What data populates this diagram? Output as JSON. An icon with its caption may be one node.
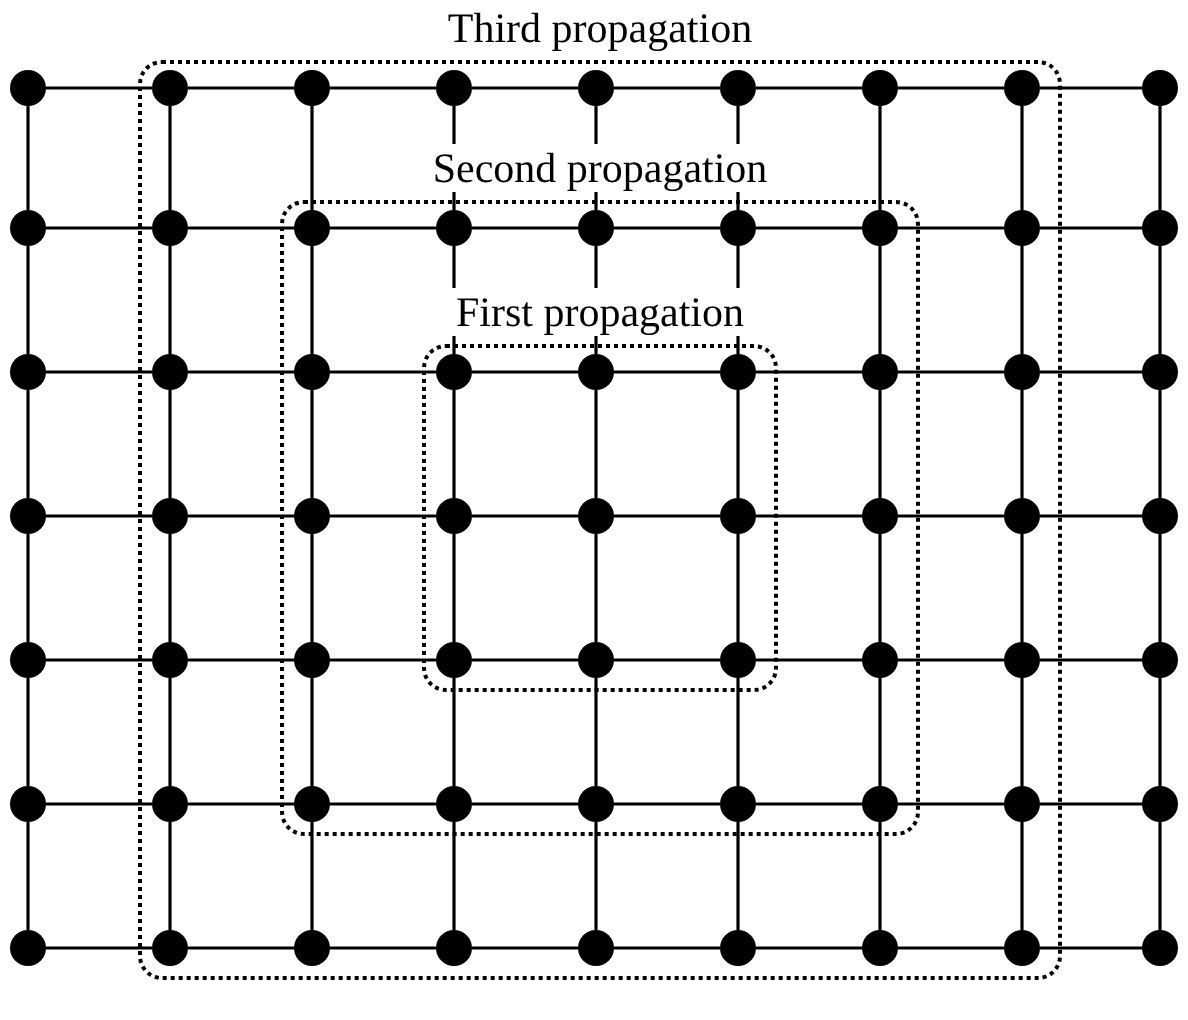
{
  "diagram": {
    "nodes": [
      {
        "text": [
          "Third propagation"
        ]
      },
      {
        "text": [
          "Second propagation"
        ],
        "in": 0
      },
      {
        "text": [
          "First propagation"
        ],
        "in": 1
      },
      {
        "text": [],
        "shape": "circle"
      },
      {
        "text": [],
        "shape": "circle",
        "in": 0
      },
      {
        "text": [],
        "shape": "circle",
        "in": 0
      },
      {
        "text": [],
        "shape": "circle",
        "in": 0
      },
      {
        "text": [],
        "shape": "circle",
        "in": 0
      },
      {
        "text": [],
        "shape": "circle",
        "in": 0
      },
      {
        "text": [],
        "shape": "circle",
        "in": 0
      },
      {
        "text": [],
        "shape": "circle",
        "in": 0
      },
      {
        "text": [],
        "shape": "circle"
      },
      {
        "text": [],
        "shape": "circle"
      },
      {
        "text": [],
        "shape": "circle",
        "in": 0
      },
      {
        "text": [],
        "shape": "circle",
        "in": 1
      },
      {
        "text": [],
        "shape": "circle",
        "in": 1
      },
      {
        "text": [],
        "shape": "circle",
        "in": 1
      },
      {
        "text": [],
        "shape": "circle",
        "in": 1
      },
      {
        "text": [],
        "shape": "circle",
        "in": 1
      },
      {
        "text": [],
        "shape": "circle",
        "in": 0
      },
      {
        "text": [],
        "shape": "circle"
      },
      {
        "text": [],
        "shape": "circle"
      },
      {
        "text": [],
        "shape": "circle",
        "in": 0
      },
      {
        "text": [],
        "shape": "circle",
        "in": 1
      },
      {
        "text": [],
        "shape": "circle",
        "in": 2
      },
      {
        "text": [],
        "shape": "circle",
        "in": 2
      },
      {
        "text": [],
        "shape": "circle",
        "in": 2
      },
      {
        "text": [],
        "shape": "circle",
        "in": 1
      },
      {
        "text": [],
        "shape": "circle",
        "in": 0
      },
      {
        "text": [],
        "shape": "circle"
      },
      {
        "text": [],
        "shape": "circle"
      },
      {
        "text": [],
        "shape": "circle",
        "in": 0
      },
      {
        "text": [],
        "shape": "circle",
        "in": 1
      },
      {
        "text": [],
        "shape": "circle",
        "in": 2
      },
      {
        "text": [],
        "shape": "circle",
        "in": 2
      },
      {
        "text": [],
        "shape": "circle",
        "in": 2
      },
      {
        "text": [],
        "shape": "circle",
        "in": 1
      },
      {
        "text": [],
        "shape": "circle",
        "in": 0
      },
      {
        "text": [],
        "shape": "circle"
      },
      {
        "text": [],
        "shape": "circle"
      },
      {
        "text": [],
        "shape": "circle",
        "in": 0
      },
      {
        "text": [],
        "shape": "circle",
        "in": 1
      },
      {
        "text": [],
        "shape": "circle",
        "in": 2
      },
      {
        "text": [],
        "shape": "circle",
        "in": 2
      },
      {
        "text": [],
        "shape": "circle",
        "in": 2
      },
      {
        "text": [],
        "shape": "circle",
        "in": 1
      },
      {
        "text": [],
        "shape": "circle",
        "in": 0
      },
      {
        "text": [],
        "shape": "circle"
      },
      {
        "text": [],
        "shape": "circle"
      },
      {
        "text": [],
        "shape": "circle",
        "in": 0
      },
      {
        "text": [],
        "shape": "circle",
        "in": 1
      },
      {
        "text": [],
        "shape": "circle",
        "in": 1
      },
      {
        "text": [],
        "shape": "circle",
        "in": 1
      },
      {
        "text": [],
        "shape": "circle",
        "in": 1
      },
      {
        "text": [],
        "shape": "circle",
        "in": 1
      },
      {
        "text": [],
        "shape": "circle",
        "in": 0
      },
      {
        "text": [],
        "shape": "circle"
      },
      {
        "text": [],
        "shape": "circle"
      },
      {
        "text": [],
        "shape": "circle",
        "in": 0
      },
      {
        "text": [],
        "shape": "circle",
        "in": 0
      },
      {
        "text": [],
        "shape": "circle",
        "in": 0
      },
      {
        "text": [],
        "shape": "circle",
        "in": 0
      },
      {
        "text": [],
        "shape": "circle",
        "in": 0
      },
      {
        "text": [],
        "shape": "circle",
        "in": 0
      },
      {
        "text": [],
        "shape": "circle",
        "in": 0
      },
      {
        "text": [],
        "shape": "circle"
      }
    ],
    "edges": [
      {
        "from": 3,
        "to": 4,
        "arrow": "none"
      },
      {
        "from": 4,
        "to": 5,
        "arrow": "none"
      },
      {
        "from": 5,
        "to": 6,
        "arrow": "none"
      },
      {
        "from": 6,
        "to": 7,
        "arrow": "none"
      },
      {
        "from": 7,
        "to": 8,
        "arrow": "none"
      },
      {
        "from": 8,
        "to": 9,
        "arrow": "none"
      },
      {
        "from": 9,
        "to": 10,
        "arrow": "none"
      },
      {
        "from": 10,
        "to": 11,
        "arrow": "none"
      },
      {
        "from": 12,
        "to": 13,
        "arrow": "none"
      },
      {
        "from": 13,
        "to": 14,
        "arrow": "none"
      },
      {
        "from": 14,
        "to": 15,
        "arrow": "none"
      },
      {
        "from": 15,
        "to": 16,
        "arrow": "none"
      },
      {
        "from": 16,
        "to": 17,
        "arrow": "none"
      },
      {
        "from": 17,
        "to": 18,
        "arrow": "none"
      },
      {
        "from": 18,
        "to": 19,
        "arrow": "none"
      },
      {
        "from": 19,
        "to": 20,
        "arrow": "none"
      },
      {
        "from": 21,
        "to": 22,
        "arrow": "none"
      },
      {
        "from": 22,
        "to": 23,
        "arrow": "none"
      },
      {
        "from": 23,
        "to": 24,
        "arrow": "none"
      },
      {
        "from": 24,
        "to": 25,
        "arrow": "none"
      },
      {
        "from": 25,
        "to": 26,
        "arrow": "none"
      },
      {
        "from": 26,
        "to": 27,
        "arrow": "none"
      },
      {
        "from": 27,
        "to": 28,
        "arrow": "none"
      },
      {
        "from": 28,
        "to": 29,
        "arrow": "none"
      },
      {
        "from": 30,
        "to": 31,
        "arrow": "none"
      },
      {
        "from": 31,
        "to": 32,
        "arrow": "none"
      },
      {
        "from": 32,
        "to": 33,
        "arrow": "none"
      },
      {
        "from": 33,
        "to": 34,
        "arrow": "none"
      },
      {
        "from": 34,
        "to": 35,
        "arrow": "none"
      },
      {
        "from": 35,
        "to": 36,
        "arrow": "none"
      },
      {
        "from": 36,
        "to": 37,
        "arrow": "none"
      },
      {
        "from": 37,
        "to": 38,
        "arrow": "none"
      },
      {
        "from": 39,
        "to": 40,
        "arrow": "none"
      },
      {
        "from": 40,
        "to": 41,
        "arrow": "none"
      },
      {
        "from": 41,
        "to": 42,
        "arrow": "none"
      },
      {
        "from": 42,
        "to": 43,
        "arrow": "none"
      },
      {
        "from": 43,
        "to": 44,
        "arrow": "none"
      },
      {
        "from": 44,
        "to": 45,
        "arrow": "none"
      },
      {
        "from": 45,
        "to": 46,
        "arrow": "none"
      },
      {
        "from": 46,
        "to": 47,
        "arrow": "none"
      },
      {
        "from": 48,
        "to": 49,
        "arrow": "none"
      },
      {
        "from": 49,
        "to": 50,
        "arrow": "none"
      },
      {
        "from": 50,
        "to": 51,
        "arrow": "none"
      },
      {
        "from": 51,
        "to": 52,
        "arrow": "none"
      },
      {
        "from": 52,
        "to": 53,
        "arrow": "none"
      },
      {
        "from": 53,
        "to": 54,
        "arrow": "none"
      },
      {
        "from": 54,
        "to": 55,
        "arrow": "none"
      },
      {
        "from": 55,
        "to": 56,
        "arrow": "none"
      },
      {
        "from": 57,
        "to": 58,
        "arrow": "none"
      },
      {
        "from": 58,
        "to": 59,
        "arrow": "none"
      },
      {
        "from": 59,
        "to": 60,
        "arrow": "none"
      },
      {
        "from": 60,
        "to": 61,
        "arrow": "none"
      },
      {
        "from": 61,
        "to": 62,
        "arrow": "none"
      },
      {
        "from": 62,
        "to": 63,
        "arrow": "none"
      },
      {
        "from": 63,
        "to": 64,
        "arrow": "none"
      },
      {
        "from": 64,
        "to": 65,
        "arrow": "none"
      },
      {
        "from": 3,
        "to": 12,
        "arrow": "none"
      },
      {
        "from": 4,
        "to": 13,
        "arrow": "none"
      },
      {
        "from": 5,
        "to": 14,
        "arrow": "none"
      },
      {
        "from": 6,
        "to": 15,
        "arrow": "none"
      },
      {
        "from": 7,
        "to": 16,
        "arrow": "none"
      },
      {
        "from": 8,
        "to": 17,
        "arrow": "none"
      },
      {
        "from": 9,
        "to": 18,
        "arrow": "none"
      },
      {
        "from": 10,
        "to": 19,
        "arrow": "none"
      },
      {
        "from": 11,
        "to": 20,
        "arrow": "none"
      },
      {
        "from": 12,
        "to": 21,
        "arrow": "none"
      },
      {
        "from": 13,
        "to": 22,
        "arrow": "none"
      },
      {
        "from": 14,
        "to": 23,
        "arrow": "none"
      },
      {
        "from": 15,
        "to": 24,
        "arrow": "none"
      },
      {
        "from": 16,
        "to": 25,
        "arrow": "none"
      },
      {
        "from": 17,
        "to": 26,
        "arrow": "none"
      },
      {
        "from": 18,
        "to": 27,
        "arrow": "none"
      },
      {
        "from": 19,
        "to": 28,
        "arrow": "none"
      },
      {
        "from": 20,
        "to": 29,
        "arrow": "none"
      },
      {
        "from": 21,
        "to": 30,
        "arrow": "none"
      },
      {
        "from": 22,
        "to": 31,
        "arrow": "none"
      },
      {
        "from": 23,
        "to": 32,
        "arrow": "none"
      },
      {
        "from": 24,
        "to": 33,
        "arrow": "none"
      },
      {
        "from": 25,
        "to": 34,
        "arrow": "none"
      },
      {
        "from": 26,
        "to": 35,
        "arrow": "none"
      },
      {
        "from": 27,
        "to": 36,
        "arrow": "none"
      },
      {
        "from": 28,
        "to": 37,
        "arrow": "none"
      },
      {
        "from": 29,
        "to": 38,
        "arrow": "none"
      },
      {
        "from": 30,
        "to": 39,
        "arrow": "none"
      },
      {
        "from": 31,
        "to": 40,
        "arrow": "none"
      },
      {
        "from": 32,
        "to": 41,
        "arrow": "none"
      },
      {
        "from": 33,
        "to": 42,
        "arrow": "none"
      },
      {
        "from": 34,
        "to": 43,
        "arrow": "none"
      },
      {
        "from": 35,
        "to": 44,
        "arrow": "none"
      },
      {
        "from": 36,
        "to": 45,
        "arrow": "none"
      },
      {
        "from": 37,
        "to": 46,
        "arrow": "none"
      },
      {
        "from": 38,
        "to": 47,
        "arrow": "none"
      },
      {
        "from": 39,
        "to": 48,
        "arrow": "none"
      },
      {
        "from": 40,
        "to": 49,
        "arrow": "none"
      },
      {
        "from": 41,
        "to": 50,
        "arrow": "none"
      },
      {
        "from": 42,
        "to": 51,
        "arrow": "none"
      },
      {
        "from": 43,
        "to": 52,
        "arrow": "none"
      },
      {
        "from": 44,
        "to": 53,
        "arrow": "none"
      },
      {
        "from": 45,
        "to": 54,
        "arrow": "none"
      },
      {
        "from": 46,
        "to": 55,
        "arrow": "none"
      },
      {
        "from": 47,
        "to": 56,
        "arrow": "none"
      },
      {
        "from": 48,
        "to": 57,
        "arrow": "none"
      },
      {
        "from": 49,
        "to": 58,
        "arrow": "none"
      },
      {
        "from": 50,
        "to": 59,
        "arrow": "none"
      },
      {
        "from": 51,
        "to": 60,
        "arrow": "none"
      },
      {
        "from": 52,
        "to": 61,
        "arrow": "none"
      },
      {
        "from": 53,
        "to": 62,
        "arrow": "none"
      },
      {
        "from": 54,
        "to": 63,
        "arrow": "none"
      },
      {
        "from": 55,
        "to": 64,
        "arrow": "none"
      },
      {
        "from": 56,
        "to": 65,
        "arrow": "none"
      }
    ]
  }
}
